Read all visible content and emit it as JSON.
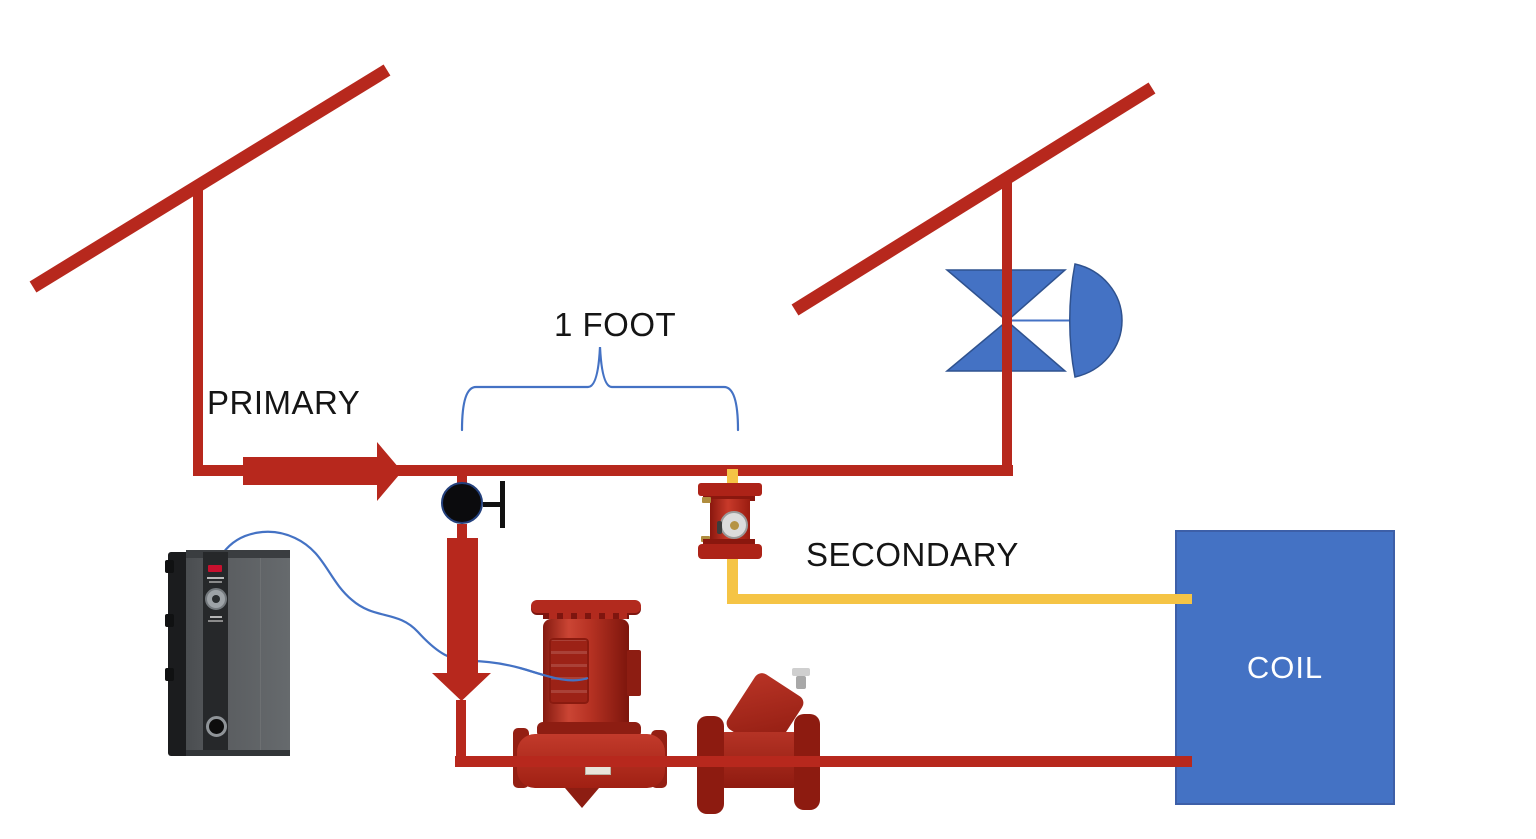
{
  "labels": {
    "primary": "PRIMARY",
    "distance": "1 FOOT",
    "secondary": "SECONDARY",
    "coil": "COIL"
  },
  "colors": {
    "pipe_red": "#b7281d",
    "dark_red": "#8d1b10",
    "yellow": "#f5c445",
    "accent_blue": "#4472c4",
    "blue_dark": "#2f528f",
    "ink": "#151515"
  },
  "components": {
    "roof_line_left": "supply-main-diagonal",
    "roof_line_right": "return-main-diagonal",
    "flow_arrow_primary": "right-flow-arrow",
    "flow_arrow_suction": "down-flow-arrow",
    "ball_valve": "ball-valve-with-handle",
    "butterfly_valve": "butterfly-control-valve-with-actuator",
    "vfd": "variable-frequency-drive",
    "pump": "vertical-inline-pump",
    "triple_duty_valve": "triple-duty-valve",
    "circuit_sensor": "flow-sensor-fitting",
    "coil_box": "coil",
    "control_wire": "vfd-to-pump-wire",
    "secondary_line": "secondary-loop-yellow"
  }
}
